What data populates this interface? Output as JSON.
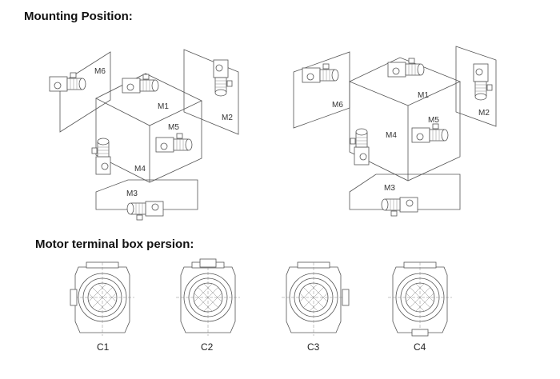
{
  "sections": {
    "mounting_title": "Mounting Position:",
    "terminal_title": "Motor terminal box persion:"
  },
  "mounting_positions": {
    "left_diagram": [
      "M1",
      "M2",
      "M3",
      "M4",
      "M5",
      "M6"
    ],
    "right_diagram": [
      "M1",
      "M2",
      "M3",
      "M4",
      "M5",
      "M6"
    ]
  },
  "terminal_positions": [
    "C1",
    "C2",
    "C3",
    "C4"
  ]
}
